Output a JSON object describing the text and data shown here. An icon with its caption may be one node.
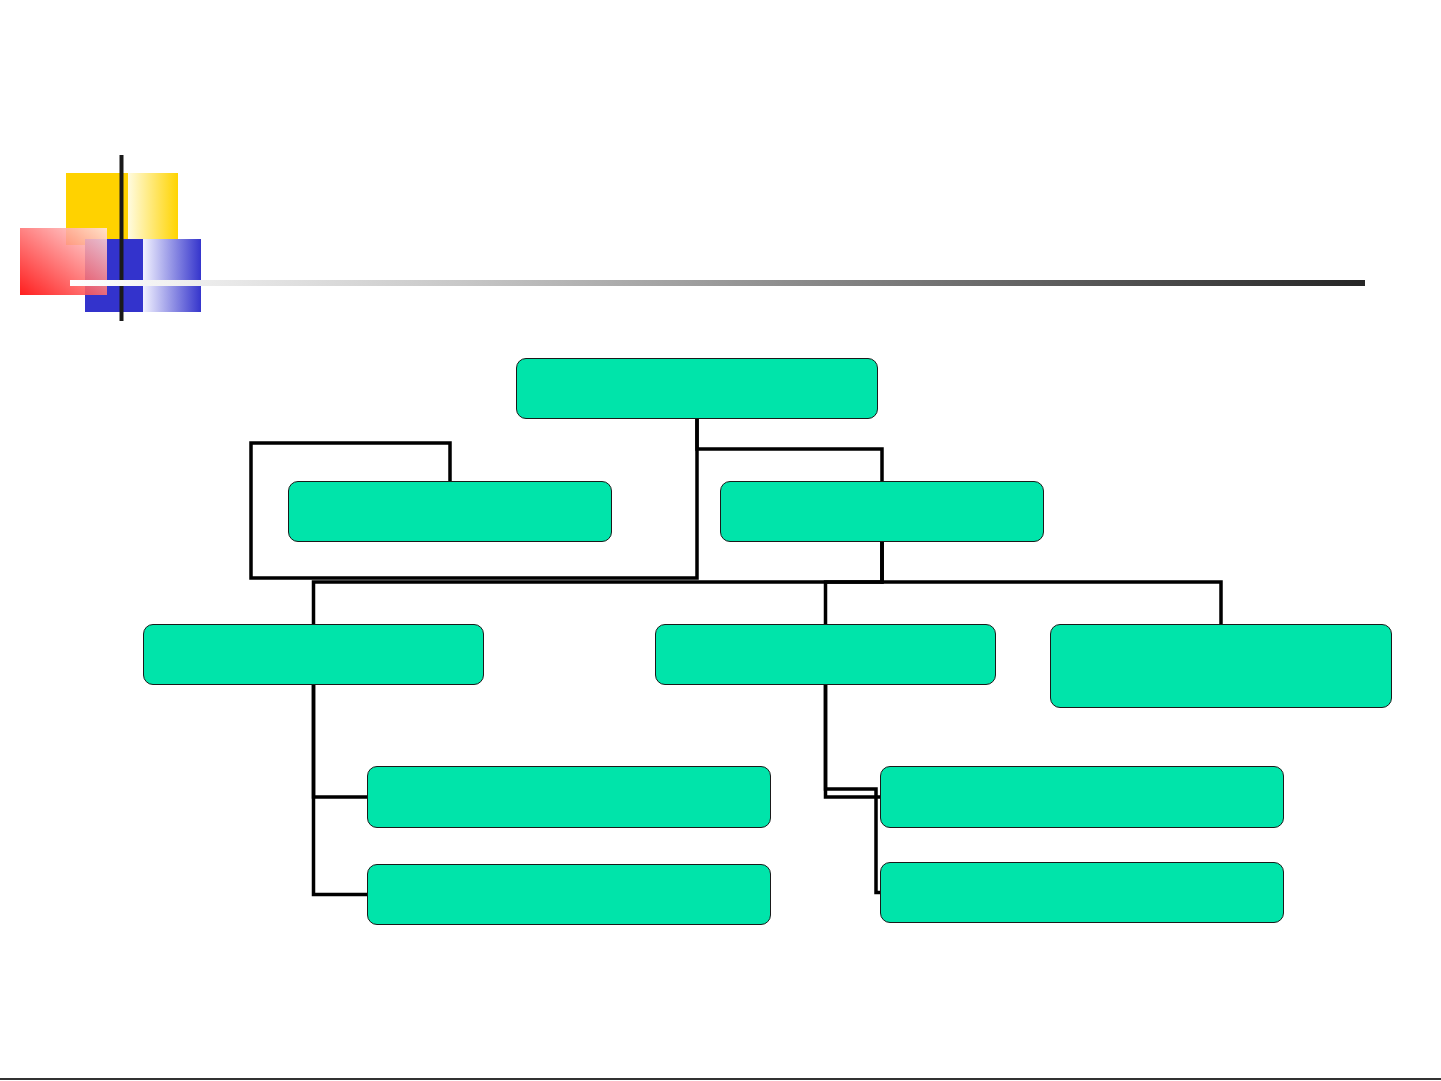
{
  "diagram": {
    "nodes": [
      {
        "text": [],
        "shape": "box"
      },
      {
        "text": [],
        "shape": "box"
      },
      {
        "text": [],
        "shape": "box"
      },
      {
        "text": [],
        "shape": "box"
      },
      {
        "text": [],
        "shape": "box"
      },
      {
        "text": [],
        "shape": "box"
      },
      {
        "text": [],
        "shape": "box"
      },
      {
        "text": [],
        "shape": "box"
      },
      {
        "text": [],
        "shape": "box"
      },
      {
        "text": [],
        "shape": "box"
      }
    ],
    "edges": [
      {
        "from": 0,
        "to": 1,
        "arrow": "none"
      },
      {
        "from": 0,
        "to": 2,
        "arrow": "none"
      },
      {
        "from": 2,
        "to": 3,
        "arrow": "none"
      },
      {
        "from": 2,
        "to": 4,
        "arrow": "none"
      },
      {
        "from": 2,
        "to": 5,
        "arrow": "none"
      },
      {
        "from": 3,
        "to": 6,
        "arrow": "none"
      },
      {
        "from": 3,
        "to": 8,
        "arrow": "none"
      },
      {
        "from": 4,
        "to": 7,
        "arrow": "none"
      },
      {
        "from": 4,
        "to": 9,
        "arrow": "none"
      }
    ]
  }
}
